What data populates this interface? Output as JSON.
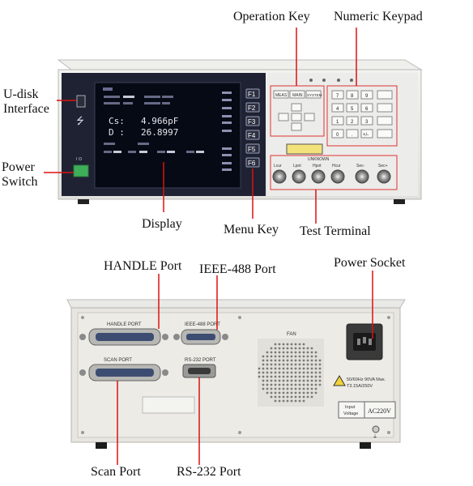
{
  "labels": {
    "operation_key": "Operation Key",
    "numeric_keypad": "Numeric Keypad",
    "u_disk_line1": "U-disk",
    "u_disk_line2": "Interface",
    "power_switch_line1": "Power",
    "power_switch_line2": "Switch",
    "display": "Display",
    "menu_key": "Menu Key",
    "test_terminal": "Test Terminal",
    "handle_port": "HANDLE Port",
    "ieee_port": "IEEE-488 Port",
    "power_socket": "Power Socket",
    "scan_port": "Scan Port",
    "rs232_port": "RS-232 Port"
  },
  "front": {
    "screen": {
      "cs_label": "Cs:",
      "cs_value": "4.966pF",
      "d_label": "D :",
      "d_value": "26.8997"
    },
    "fkeys": [
      "F1",
      "F2",
      "F3",
      "F4",
      "F5",
      "F6"
    ],
    "op_keys": [
      "MEAS",
      "MAIN",
      "SYSTEM"
    ],
    "keypad": [
      "7",
      "8",
      "9",
      "4",
      "5",
      "6",
      "1",
      "2",
      "3",
      "0",
      ".",
      "+/-"
    ],
    "terminals": [
      "Lcur",
      "Lpot",
      "Hpot",
      "Hcur",
      "Sec-",
      "Sec+"
    ],
    "unknown": "UNKNOWN"
  },
  "back": {
    "handle": "HANDLE   PORT",
    "ieee": "IEEE-488   PORT",
    "scan": "SCAN   PORT",
    "rs232": "RS-232   PORT",
    "fan": "FAN",
    "power_rating": "50/60Hz 90VA Max.",
    "fuse": "T3.15A/250V",
    "input_voltage_l1": "Input",
    "input_voltage_l2": "Voltage",
    "voltage": "AC220V"
  }
}
